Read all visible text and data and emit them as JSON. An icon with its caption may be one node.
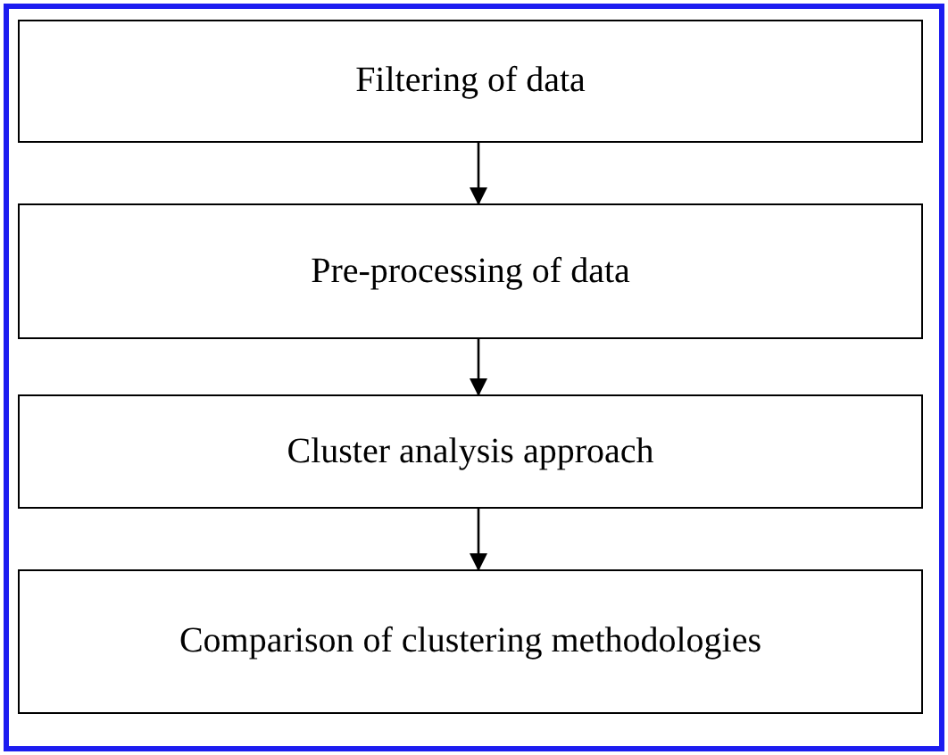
{
  "diagram": {
    "nodes": [
      {
        "text": [
          "Filtering of data"
        ]
      },
      {
        "text": [
          "Pre-processing of data"
        ]
      },
      {
        "text": [
          "Cluster analysis approach"
        ]
      },
      {
        "text": [
          "Comparison of clustering methodologies"
        ]
      }
    ],
    "edges": [
      {
        "from": 0,
        "to": 1,
        "arrow": "to"
      },
      {
        "from": 1,
        "to": 2,
        "arrow": "to"
      },
      {
        "from": 2,
        "to": 3,
        "arrow": "to"
      }
    ]
  }
}
